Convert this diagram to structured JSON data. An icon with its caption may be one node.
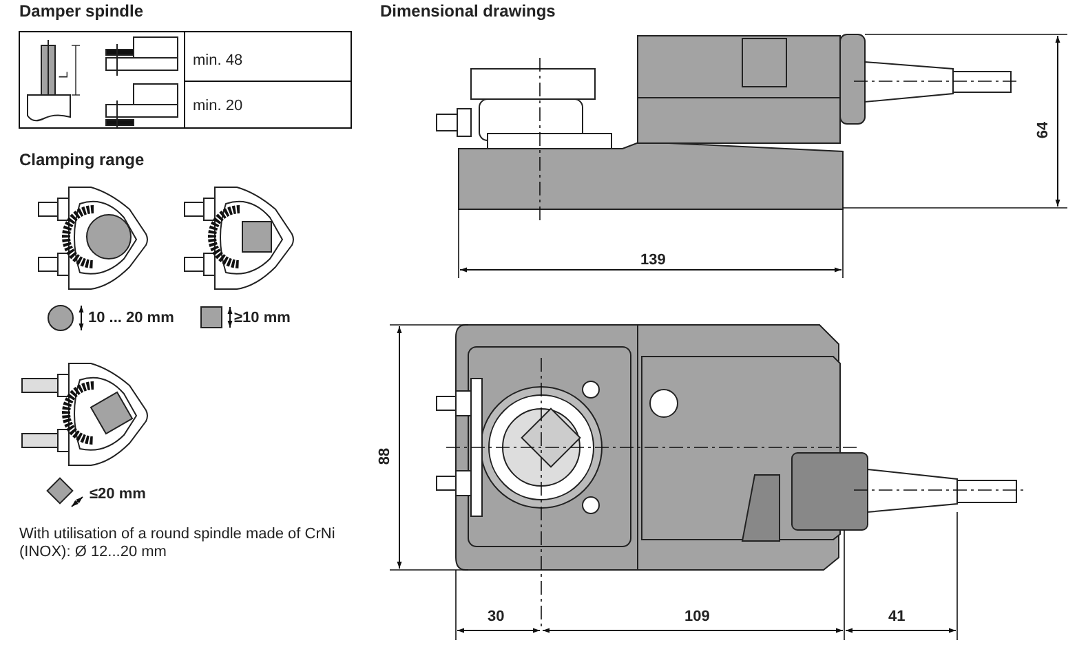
{
  "diagram": {
    "labels": [
      "Damper spindle",
      "L",
      "min. 48",
      "min. 20",
      "Clamping range",
      "10 ... 20 mm",
      "≥10 mm",
      "≤20 mm",
      "With utilisation of a round spindle made of CrNi (INOX): Ø 12...20 mm",
      "Dimensional drawings",
      "64",
      "139",
      "88",
      "30",
      "109",
      "41"
    ]
  }
}
